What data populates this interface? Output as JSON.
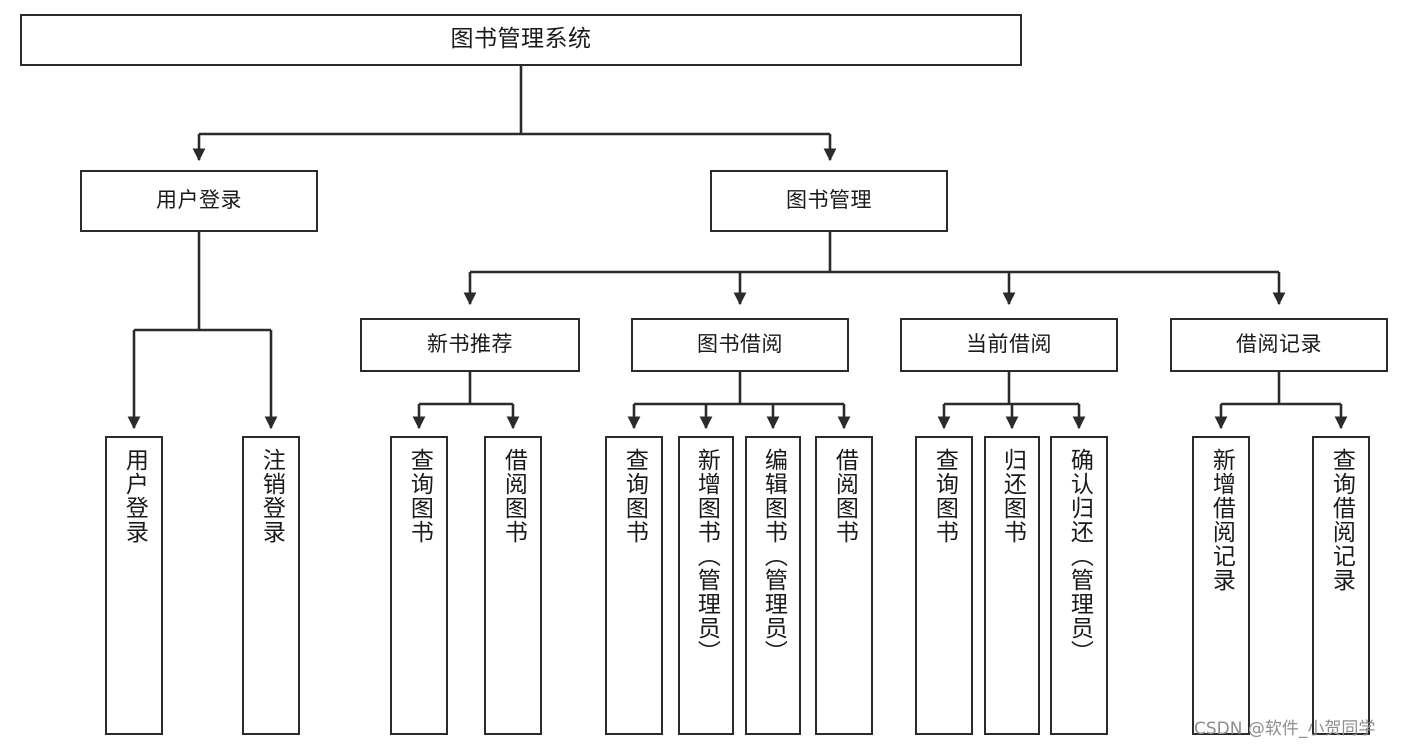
{
  "diagram": {
    "title": "图书管理系统",
    "type": "tree-hierarchy-chart",
    "line_color": "#2b2b2b",
    "box_fill": "#ffffff",
    "text_color": "#1a1a1a"
  },
  "root": {
    "label": "图书管理系统"
  },
  "level2": [
    {
      "label": "用户登录"
    },
    {
      "label": "图书管理"
    }
  ],
  "level3": [
    {
      "label": "新书推荐"
    },
    {
      "label": "图书借阅"
    },
    {
      "label": "当前借阅"
    },
    {
      "label": "借阅记录"
    }
  ],
  "leaves": {
    "user_login": [
      {
        "label": "用户登录"
      },
      {
        "label": "注销登录"
      }
    ],
    "new_book_recommend": [
      {
        "label": "查询图书"
      },
      {
        "label": "借阅图书"
      }
    ],
    "book_borrow": [
      {
        "label": "查询图书"
      },
      {
        "label": "新增图书（管理员）"
      },
      {
        "label": "编辑图书（管理员）"
      },
      {
        "label": "借阅图书"
      }
    ],
    "current_borrow": [
      {
        "label": "查询图书"
      },
      {
        "label": "归还图书"
      },
      {
        "label": "确认归还（管理员）"
      }
    ],
    "borrow_record": [
      {
        "label": "新增借阅记录"
      },
      {
        "label": "查询借阅记录"
      }
    ]
  },
  "watermark": {
    "text": "CSDN @软件_小贺同学"
  }
}
